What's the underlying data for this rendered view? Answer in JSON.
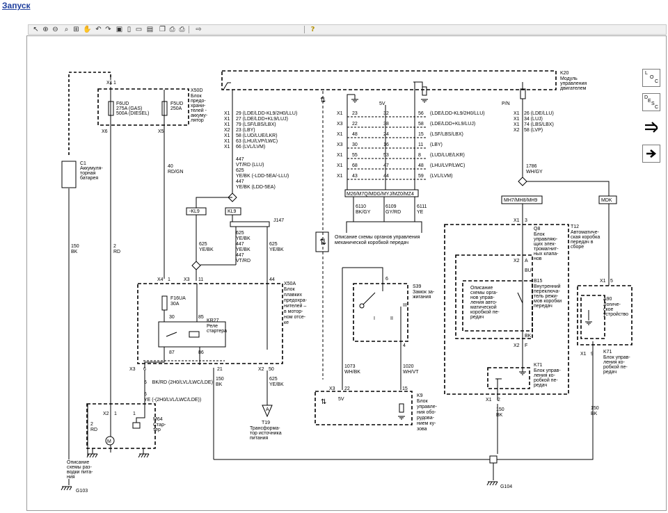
{
  "title": "Запуск",
  "toolbar": {
    "tools": [
      "select-tool",
      "zoom-in-tool",
      "zoom-out-tool",
      "zoom-tool",
      "zoom-area-tool",
      "pan-tool",
      "rotate-left-tool",
      "rotate-right-tool",
      "fit-window-tool",
      "fit-height-tool",
      "fit-width-tool",
      "print-preview-tool",
      "copy-tool",
      "export-tool",
      "print-tool",
      "next-tool",
      "help-tool"
    ]
  },
  "side_buttons": {
    "loc": [
      "L",
      "O",
      "C"
    ],
    "desc": [
      "D",
      "E",
      "S",
      "C"
    ],
    "swap_icon": "swap-arrows-icon",
    "next_icon": "arrow-right-icon"
  },
  "labels": {
    "k20": "K20",
    "k20_desc": [
      "Модуль",
      "управления",
      "двигателем"
    ],
    "x50d": "X50D",
    "x50d_desc": [
      "Блок",
      "предо-",
      "храни-",
      "телей -",
      "аккуму-",
      "лятор"
    ],
    "f6ud": "F6UD",
    "f6ud_v": [
      "275A (GAS)",
      "500A (DIESEL)"
    ],
    "f5ud": "F5UD",
    "f5ud_v": "250A",
    "c1": "C1",
    "c1_desc": [
      "Аккумуля-",
      "торная",
      "батарея"
    ],
    "wire_40": [
      "40",
      "RD/GN"
    ],
    "wire_150_left": [
      "150",
      "BK"
    ],
    "wire_2_rd": [
      "2",
      "RD"
    ],
    "k20_pins_left": [
      "29  (LDE/LDD-KL9/2H0/LLU)",
      "27  (LDE/LDD+KL9/LUJ)",
      "79  (LSF/LBS/LBX)",
      "23  (LBY)",
      "58  (LUD/LUE/LKR)",
      "63  (LHU/LVP/LWC)",
      "66  (LVL/LVM)"
    ],
    "k20_pins_left_conn": [
      "X1",
      "X1",
      "X1",
      "X2",
      "X1",
      "X1",
      "X1"
    ],
    "wire_447": [
      "447",
      "VT/RD  (LLU)",
      "625",
      "YE/BK  (-LDD-5EA/-LLU)",
      "447",
      "YE/BK  (LDD-5EA)"
    ],
    "kl9_neg": "-KL9",
    "kl9": "KL9",
    "j147": "J147",
    "wire_625_a": [
      "625",
      "YE/BK"
    ],
    "wire_625_b": [
      "625",
      "YE/BK",
      "447",
      "YE/BK",
      "447",
      "VT/RD"
    ],
    "wire_625_c": [
      "625",
      "YE/BK"
    ],
    "x50a": "X50A",
    "x50a_desc": [
      "Блок",
      "плавких",
      "предохра-",
      "нителей –",
      "в мотор-",
      "ном отсе-",
      "ке"
    ],
    "f16ua": "F16UA",
    "f16ua_v": "30A",
    "kr27": "KR27",
    "kr27_desc": [
      "Реле",
      "стартера"
    ],
    "pins_30_85": [
      "30",
      "85"
    ],
    "pins_87_86": [
      "87",
      "86"
    ],
    "x3_6": "X3",
    "pin_6": "6",
    "pin_21": "21",
    "wire_6_bkrd": "6    BK/RD  (2H0/LVL/LWC/LDE)",
    "wire_6_ye": [
      "6",
      "YE  (-(2H0/LVL/LWC/LDE))"
    ],
    "wire_150_bk_mid": [
      "150",
      "BK"
    ],
    "x2_50": [
      "X2",
      "50"
    ],
    "wire_625_ye": [
      "625",
      "YE/BK"
    ],
    "t19": "T19",
    "t19_desc": [
      "Трансформа-",
      "тор источника",
      "питания"
    ],
    "m64": "M64",
    "m64_desc": [
      "Стар-",
      "тер"
    ],
    "wire_2rd": [
      "2",
      "RD"
    ],
    "power_desc": [
      "Описание",
      "схемы раз-",
      "водки пита-",
      "ния"
    ],
    "g103": "G103",
    "g104": "G104",
    "center_5v": "5V",
    "grid_left_conn": [
      "X1",
      "X3",
      "X1",
      "X3",
      "X1",
      "X1",
      "X1"
    ],
    "grid_col1": [
      "23",
      "22",
      "48",
      "30",
      "55",
      "68",
      "43"
    ],
    "grid_col2": [
      "32",
      "38",
      "24",
      "16",
      "53",
      "47",
      "44"
    ],
    "grid_col3": [
      "56",
      "58",
      "15",
      "11",
      "8",
      "48",
      "59"
    ],
    "grid_right": [
      "(LDE/LDD-KL9/2H0/LLU)",
      "(LDE/LDD+KL9/LUJ)",
      "(LSF/LBS/LBX)",
      "(LBY)",
      "(LUD/LUE/LKR)",
      "(LHU/LVP/LWC)",
      "(LVL/LVM)"
    ],
    "m26": "M26/M7Q/MDG/MYJ/MZ0/MZ4",
    "w6110": [
      "6110",
      "BK/GY"
    ],
    "w6109": [
      "6109",
      "GY/RD"
    ],
    "w6111": [
      "6111",
      "YE"
    ],
    "manual_desc": [
      "Описание схемы органов управления",
      "механической коробкой передач"
    ],
    "pn": "P/N",
    "k20_pins_right": [
      "26  (LDE/LLU)",
      "34  (LUJ)",
      "74  (LBS/LBX)",
      "58  (LVP)"
    ],
    "k20_pins_right_conn": [
      "X1",
      "X1",
      "X1",
      "X2"
    ],
    "wire_1786": [
      "1786",
      "WH/GY"
    ],
    "mh": "MH7/MH8/MH9",
    "mdk": "MDK",
    "t12": "T12",
    "t12_desc": [
      "Автоматиче-",
      "ская коробка",
      "передач в",
      "сборе"
    ],
    "x1_3": [
      "X1",
      "3"
    ],
    "q8": "Q8",
    "q8_desc": [
      "Блок",
      "управляю-",
      "щих элек-",
      "тромагнит-",
      "ных клапа-",
      "нов"
    ],
    "x2_a": [
      "X2",
      "A"
    ],
    "bu": "BU",
    "b15": "B15",
    "b15_desc": [
      "Внутренний",
      "переключа-",
      "тель режи-",
      "мов коробки",
      "передач"
    ],
    "auto_desc": [
      "Описание",
      "схемы орга-",
      "нов управ-",
      "ления авто-",
      "матической",
      "коробкой пе-",
      "редач"
    ],
    "bk": "BK",
    "x2_f": [
      "X2",
      "F"
    ],
    "k71_a": "K71",
    "k71_a_desc": [
      "Блок управ-",
      "ления ко-",
      "робкой пе-",
      "редач"
    ],
    "x1_2": [
      "X1",
      "2"
    ],
    "wire_150_r": [
      "150",
      "BK"
    ],
    "x1_5": [
      "X1",
      "5"
    ],
    "a90": "A90",
    "a90_desc": [
      "Логиче-",
      "ское",
      "устройство"
    ],
    "x1_9": [
      "X1",
      "9"
    ],
    "k71_b": "K71",
    "k71_b_desc": [
      "Блок управ-",
      "ления ко-",
      "робкой пе-",
      "редач"
    ],
    "wire_150_far": [
      "150",
      "BK"
    ],
    "s39": "S39",
    "s39_desc": [
      "Замок за-",
      "жигания"
    ],
    "s39_pins": [
      "6",
      "III",
      "II",
      "I",
      "4"
    ],
    "w1073": [
      "1073",
      "WH/BK"
    ],
    "w1020": [
      "1020",
      "WH/VT"
    ],
    "x3_22": [
      "X3",
      "22"
    ],
    "pin_15": "15",
    "k9": "K9",
    "k9_desc": [
      "Блок",
      "управле-",
      "ния обо-",
      "рудова-",
      "нием ку-",
      "зова"
    ],
    "k9_5v": "5V",
    "x4_1": [
      "X4",
      "1"
    ],
    "x3_11_44": [
      "X3",
      "11",
      "44"
    ],
    "x6": "X6",
    "x5": "X5",
    "x1_top": "X1",
    "pin_1": "1"
  }
}
